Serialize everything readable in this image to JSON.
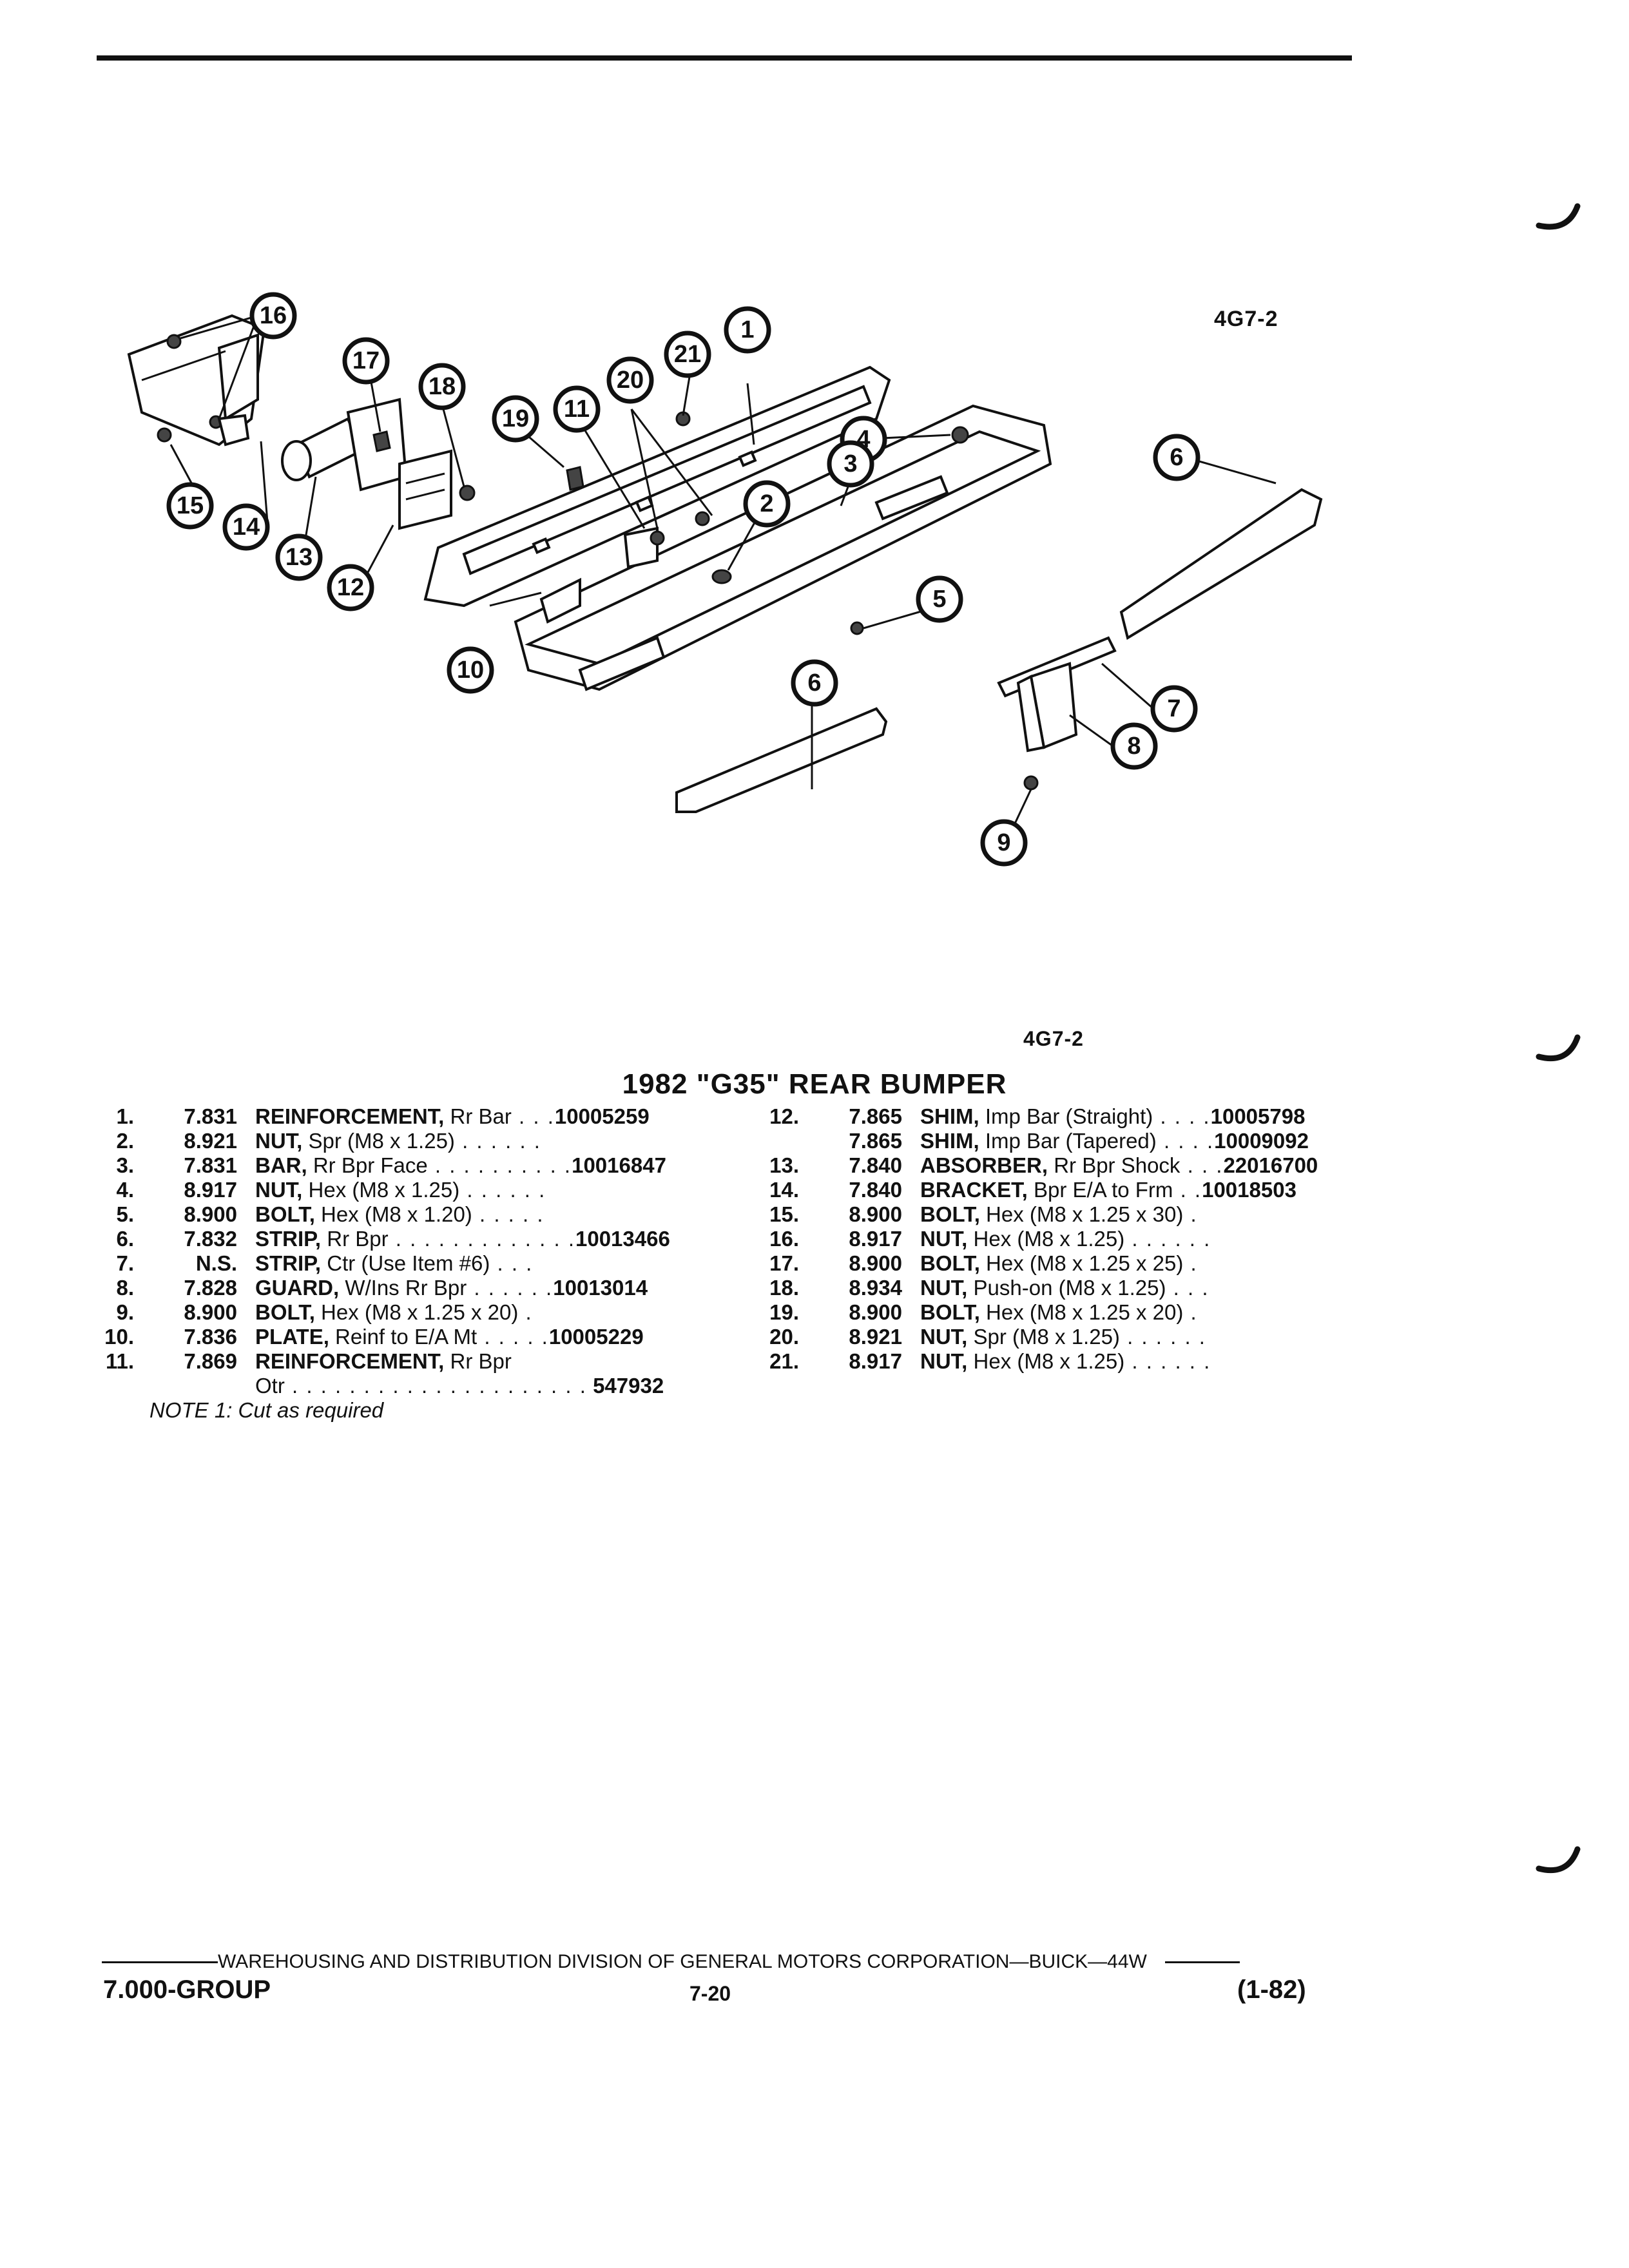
{
  "figure_code_top": "4G7-2",
  "figure_code_bottom": "4G7-2",
  "title": "1982 \"G35\" REAR BUMPER",
  "callouts": [
    "16",
    "17",
    "18",
    "19",
    "11",
    "20",
    "21",
    "1",
    "15",
    "14",
    "13",
    "12",
    "4",
    "3",
    "2",
    "6",
    "10",
    "5",
    "7",
    "8",
    "6",
    "9"
  ],
  "parts_left": [
    {
      "item": "1.",
      "group": "7.831",
      "name": "REINFORCEMENT,",
      "desc": " Rr Bar",
      "dots": " . . .",
      "part": "10005259"
    },
    {
      "item": "2.",
      "group": "8.921",
      "name": "NUT,",
      "desc": " Spr (M8 x 1.25)",
      "dots": " . . . . . .",
      "part": ""
    },
    {
      "item": "3.",
      "group": "7.831",
      "name": "BAR,",
      "desc": " Rr Bpr Face",
      "dots": " . . . . . . . . . .",
      "part": "10016847"
    },
    {
      "item": "4.",
      "group": "8.917",
      "name": "NUT,",
      "desc": " Hex (M8 x 1.25)",
      "dots": " . . . . . .",
      "part": ""
    },
    {
      "item": "5.",
      "group": "8.900",
      "name": "BOLT,",
      "desc": " Hex (M8 x 1.20)",
      "dots": " . . . . .",
      "part": ""
    },
    {
      "item": "6.",
      "group": "7.832",
      "name": "STRIP,",
      "desc": " Rr Bpr",
      "dots": " . . . . . . . . . . . . .",
      "part": "10013466"
    },
    {
      "item": "7.",
      "group": "N.S.",
      "name": "STRIP,",
      "desc": " Ctr (Use Item #6)",
      "dots": " . . .",
      "part": ""
    },
    {
      "item": "8.",
      "group": "7.828",
      "name": "GUARD,",
      "desc": " W/Ins Rr Bpr",
      "dots": " . . . . . .",
      "part": "10013014"
    },
    {
      "item": "9.",
      "group": "8.900",
      "name": "BOLT,",
      "desc": " Hex (M8 x 1.25 x 20)",
      "dots": " .",
      "part": ""
    },
    {
      "item": "10.",
      "group": "7.836",
      "name": "PLATE,",
      "desc": " Reinf to E/A Mt",
      "dots": " . . . . .",
      "part": "10005229"
    },
    {
      "item": "11.",
      "group": "7.869",
      "name": "REINFORCEMENT,",
      "desc": " Rr Bpr",
      "dots": "",
      "part": ""
    }
  ],
  "part_11_continued": {
    "desc": "Otr",
    "dots": " . . . . . . . . . . . . . . . . . . . . .",
    "part": "547932"
  },
  "note": "NOTE 1: Cut as required",
  "parts_right": [
    {
      "item": "12.",
      "group": "7.865",
      "name": "SHIM,",
      "desc": " Imp Bar (Straight)",
      "dots": " . . . .",
      "part": "10005798"
    },
    {
      "item": "",
      "group": "7.865",
      "name": "SHIM,",
      "desc": " Imp Bar (Tapered)",
      "dots": " . . . .",
      "part": "10009092"
    },
    {
      "item": "13.",
      "group": "7.840",
      "name": "ABSORBER,",
      "desc": " Rr Bpr Shock",
      "dots": " . . .",
      "part": "22016700"
    },
    {
      "item": "14.",
      "group": "7.840",
      "name": "BRACKET,",
      "desc": " Bpr E/A to Frm",
      "dots": " . .",
      "part": "10018503"
    },
    {
      "item": "15.",
      "group": "8.900",
      "name": "BOLT,",
      "desc": " Hex (M8 x 1.25 x 30)",
      "dots": " .",
      "part": ""
    },
    {
      "item": "16.",
      "group": "8.917",
      "name": "NUT,",
      "desc": " Hex (M8 x 1.25)",
      "dots": " . . . . . .",
      "part": ""
    },
    {
      "item": "17.",
      "group": "8.900",
      "name": "BOLT,",
      "desc": " Hex (M8 x 1.25 x 25)",
      "dots": " .",
      "part": ""
    },
    {
      "item": "18.",
      "group": "8.934",
      "name": "NUT,",
      "desc": " Push-on (M8 x 1.25)",
      "dots": " . . .",
      "part": ""
    },
    {
      "item": "19.",
      "group": "8.900",
      "name": "BOLT,",
      "desc": " Hex (M8 x 1.25 x 20)",
      "dots": " .",
      "part": ""
    },
    {
      "item": "20.",
      "group": "8.921",
      "name": "NUT,",
      "desc": " Spr (M8 x 1.25)",
      "dots": " . . . . . .",
      "part": ""
    },
    {
      "item": "21.",
      "group": "8.917",
      "name": "NUT,",
      "desc": " Hex (M8 x 1.25)",
      "dots": " . . . . . .",
      "part": ""
    }
  ],
  "footer": {
    "division": "WAREHOUSING AND DISTRIBUTION  DIVISION OF GENERAL MOTORS CORPORATION—BUICK—44W",
    "group": "7.000-GROUP",
    "page": "7-20",
    "date": "(1-82)"
  }
}
